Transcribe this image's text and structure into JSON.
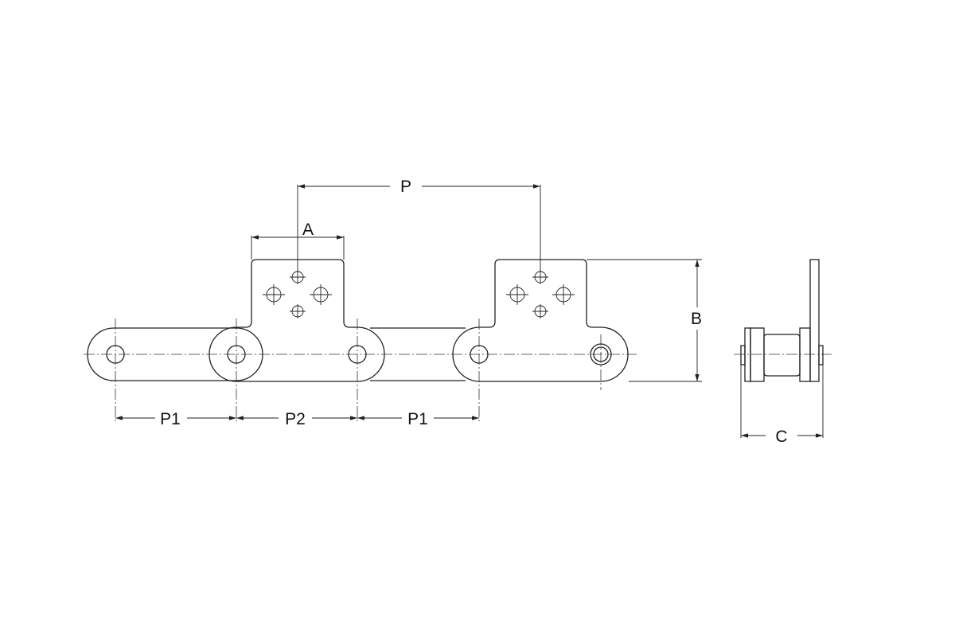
{
  "labels": {
    "P": "P",
    "A": "A",
    "B": "B",
    "C": "C",
    "P1_left": "P1",
    "P2": "P2",
    "P1_right": "P1"
  },
  "colors": {
    "line": "#222222",
    "background": "#ffffff"
  }
}
